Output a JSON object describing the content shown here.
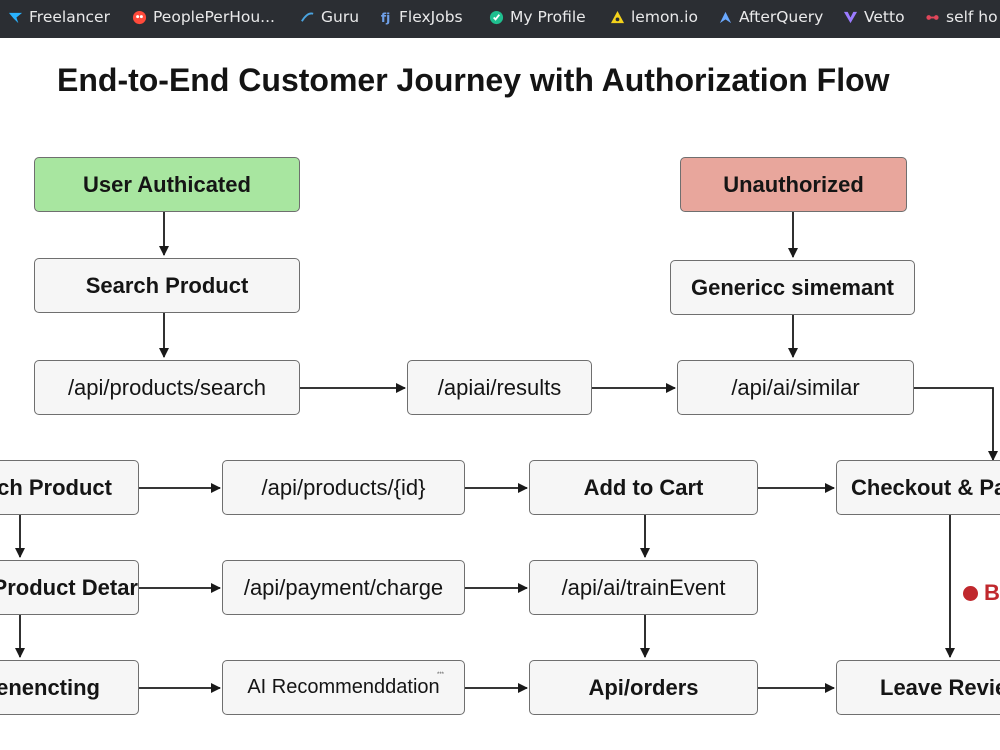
{
  "bookmarks": [
    {
      "label": "Freelancer",
      "icon": "freelancer-bird-icon",
      "color": "#29b2fe"
    },
    {
      "label": "PeoplePerHou...",
      "icon": "peopleperhour-icon",
      "color": "#ff4a3b"
    },
    {
      "label": "Guru",
      "icon": "guru-icon",
      "color": "#4aa3df"
    },
    {
      "label": "FlexJobs",
      "icon": "flexjobs-icon",
      "color": "#3b6fb6"
    },
    {
      "label": "My Profile",
      "icon": "profile-icon",
      "color": "#1fbf8f"
    },
    {
      "label": "lemon.io",
      "icon": "lemon-icon",
      "color": "#f3d21b"
    },
    {
      "label": "AfterQuery",
      "icon": "afterquery-icon",
      "color": "#6aa9ff"
    },
    {
      "label": "Vetto",
      "icon": "vetto-icon",
      "color": "#9b7bff"
    },
    {
      "label": "self ho",
      "icon": "selfhost-icon",
      "color": "#e0465a"
    }
  ],
  "diagram": {
    "title": "End-to-End Customer Journey with Authorization Flow",
    "colors": {
      "green": "#a8e6a0",
      "red": "#e8a69c",
      "box": "#f6f6f6",
      "accent_red": "#c0282d"
    },
    "nodes": {
      "user_auth": "User Authicated",
      "search_product": "Search Product",
      "api_search": "/api/products/search",
      "api_results": "/apiai/results",
      "unauthorized": "Unauthorized",
      "generic": "Genericc simemant",
      "api_similar": "/api/ai/similar",
      "left_product": "ch Product",
      "api_product_id": "/api/products/{id}",
      "add_to_cart": "Add to Cart",
      "checkout": "Checkout & Pa",
      "product_detail": "Product Detar",
      "api_payment": "/api/payment/charge",
      "api_train": "/api/ai/trainEvent",
      "red_label": "B",
      "enencting": "enencting",
      "ai_rec": "AI Recommenddation",
      "api_orders": "Api/orders",
      "leave_review": "Leave Revie"
    },
    "small_mark": "***"
  }
}
